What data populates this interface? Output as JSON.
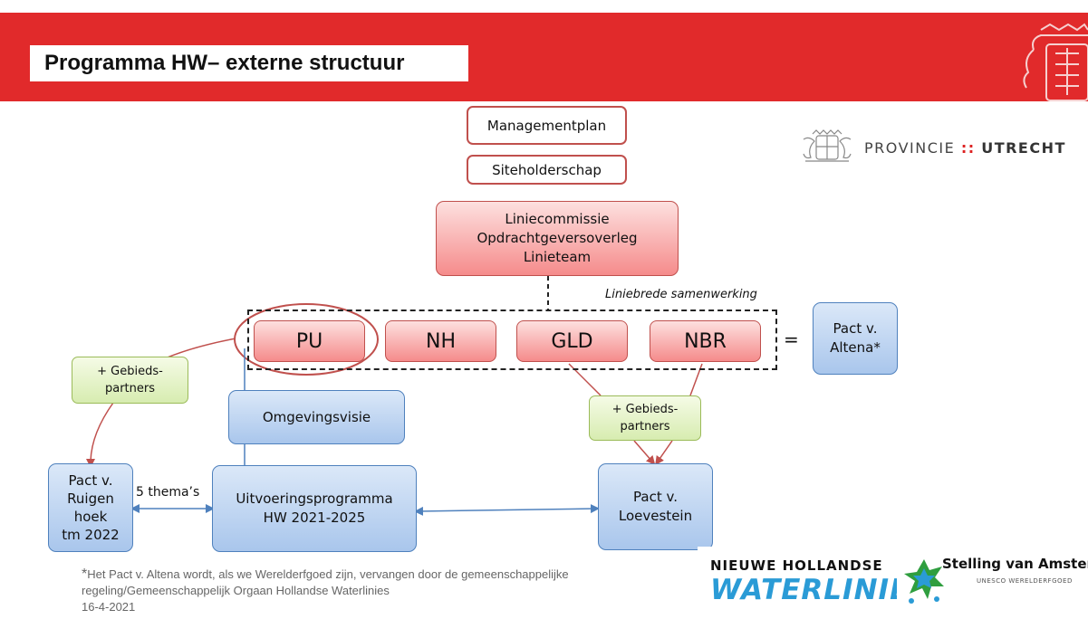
{
  "slide": {
    "title": "Programma HW– externe structuur",
    "colors": {
      "banner": "#e12a2b",
      "red_accent": "#c0504d",
      "blue_accent": "#4f81bd",
      "green_accent": "#9bbb59"
    }
  },
  "top_boxes": {
    "managementplan": "Managementplan",
    "siteholderschap": "Siteholderschap",
    "liniecommissie": [
      "Liniecommissie",
      "Opdrachtgeversoverleg",
      "Linieteam"
    ]
  },
  "samenwerking": {
    "label": "Liniebrede samenwerking",
    "provinces": [
      "PU",
      "NH",
      "GLD",
      "NBR"
    ],
    "equals": "="
  },
  "pact_altena": [
    "Pact v.",
    "Altena*"
  ],
  "gebiedspartners_left": [
    "+ Gebieds-",
    "partners"
  ],
  "gebiedspartners_right": [
    "+ Gebieds-",
    "partners"
  ],
  "omgevingsvisie": "Omgevingsvisie",
  "pact_ruigenhoek": [
    "Pact v.",
    "Ruigen",
    "hoek",
    "tm 2022"
  ],
  "themas_label": "5 thema’s",
  "uitvoeringsprogramma": [
    "Uitvoeringsprogramma",
    "HW 2021-2025"
  ],
  "pact_loevestein": [
    "Pact v.",
    "Loevestein"
  ],
  "footnote": {
    "star": "*",
    "text": "Het Pact v. Altena wordt, als we Werelderfgoed zijn, vervangen door de gemeenschappelijke regeling/Gemeenschappelijk Orgaan Hollandse Waterlinies",
    "date": "16-4-2021"
  },
  "logos": {
    "provincie": {
      "left": "PROVINCIE",
      "separator": "::",
      "right": "UTRECHT",
      "icon": "crest-icon"
    },
    "nhw": {
      "top": "NIEUWE HOLLANDSE",
      "bottom": "WATERLINIE"
    },
    "sva": {
      "name": "Stelling van Amsterdam",
      "sub": "UNESCO WERELDERFGOED",
      "icon": "fort-star-icon"
    }
  }
}
